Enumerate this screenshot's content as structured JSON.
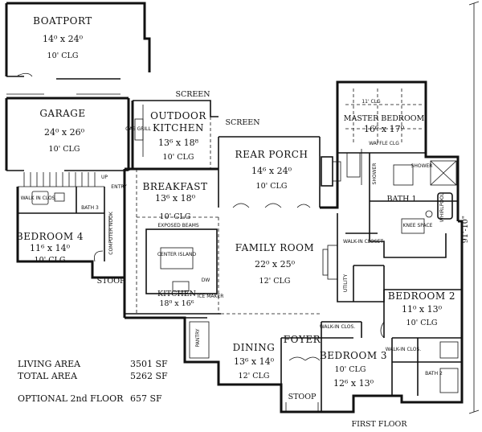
{
  "rooms": {
    "boatport": {
      "name": "BOATPORT",
      "dims": "14⁰ x 24⁰",
      "ceiling": "10' CLG"
    },
    "garage": {
      "name": "GARAGE",
      "dims": "24⁰ x 26⁰",
      "ceiling": "10' CLG"
    },
    "outdoor_kitchen": {
      "name": "OUTDOOR",
      "name2": "KITCHEN",
      "dims": "13⁶ x 18⁸",
      "ceiling": "10' CLG"
    },
    "rear_porch": {
      "name": "REAR PORCH",
      "dims": "14⁶ x 24⁰",
      "ceiling": "10' CLG"
    },
    "master_bedroom": {
      "name": "MASTER BEDROOM",
      "dims": "16⁶ x 17⁰",
      "ceiling": "11' CLG"
    },
    "breakfast": {
      "name": "BREAKFAST",
      "dims": "13⁶ x 18⁰",
      "ceiling": "10' CLG"
    },
    "bedroom4": {
      "name": "BEDROOM 4",
      "dims": "11⁶ x 14⁰",
      "ceiling": "10' CLG"
    },
    "family_room": {
      "name": "FAMILY ROOM",
      "dims": "22⁰ x 25⁰",
      "ceiling": "12' CLG"
    },
    "kitchen": {
      "name": "KITCHEN",
      "dims": "18⁰ x 16⁶"
    },
    "bedroom2": {
      "name": "BEDROOM 2",
      "dims": "11⁰ x 13⁰",
      "ceiling": "10' CLG"
    },
    "dining": {
      "name": "DINING",
      "dims": "13⁶ x 14⁰",
      "ceiling": "12' CLG"
    },
    "foyer": {
      "name": "FOYER"
    },
    "bedroom3": {
      "name": "BEDROOM 3",
      "dims": "12⁶ x 13⁰",
      "ceiling": "10' CLG"
    },
    "stoop_front": {
      "name": "STOOP"
    },
    "stoop_side": {
      "name": "STOOP"
    }
  },
  "labels": {
    "screen_top": "SCREEN",
    "screen_right": "SCREEN",
    "gas_grill": "GAS GRILL",
    "up": "UP",
    "entry": "ENTRY",
    "computer_nook": "COMPUTER NOOK",
    "walk_in": "WALK IN CLOS.",
    "bath3": "BATH 3",
    "exposed_beams": "EXPOSED BEAMS",
    "center_island": "CENTER ISLAND",
    "dw": "DW",
    "ice_maker": "ICE MAKER",
    "pantry": "PANTRY",
    "waffle_clg": "WAFFLE CLG",
    "shower": "SHOWER",
    "whirlpool": "WHIRLPOOL",
    "bath1": "BATH 1",
    "knee_space": "KNEE SPACE",
    "walk_in_closet": "WALK-IN CLOSET",
    "utility": "UTILITY",
    "walk_in_clos_b3": "WALK-IN CLOS.",
    "walk_in_clos_b2": "WALK-IN CLOS.",
    "bath2": "BATH 2",
    "first_floor": "FIRST FLOOR",
    "overall_dim": "91'-10\""
  },
  "areas": [
    {
      "label": "LIVING AREA",
      "value": "3501 SF"
    },
    {
      "label": "TOTAL AREA",
      "value": "5262 SF"
    },
    {
      "label": "OPTIONAL 2nd FLOOR",
      "value": "657 SF"
    }
  ]
}
